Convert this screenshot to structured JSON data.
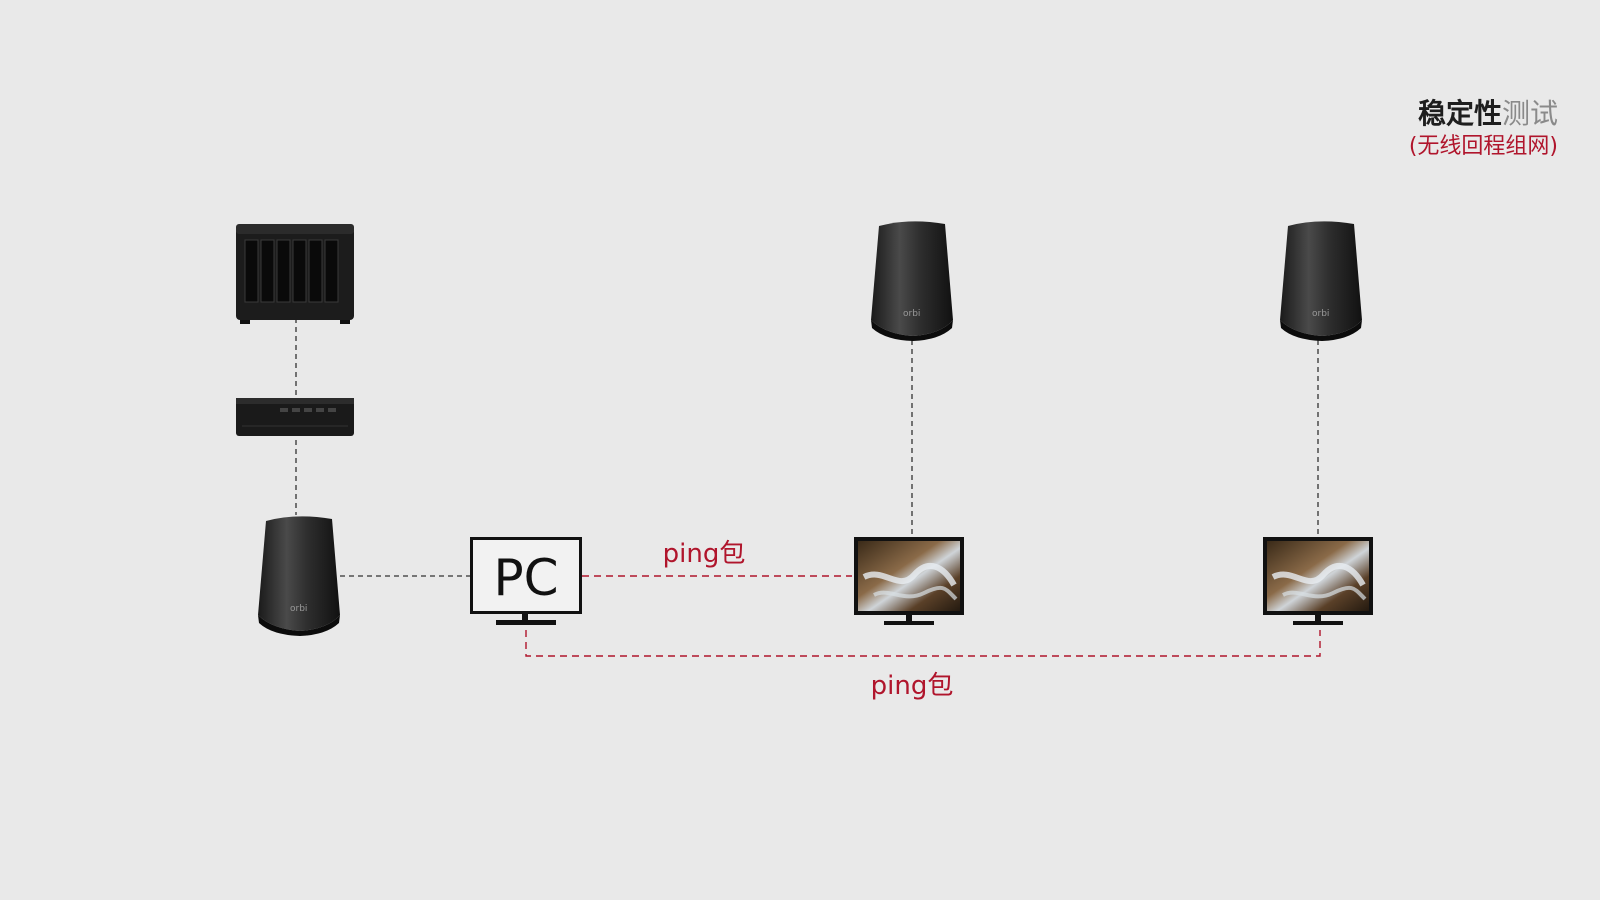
{
  "title": {
    "bold": "稳定性",
    "light": "测试",
    "subtitle": "(无线回程组网)"
  },
  "pc_label": "PC",
  "router_brand": "orbi",
  "links": {
    "ping_top": "ping包",
    "ping_bottom": "ping包"
  },
  "colors": {
    "background": "#e9e9e9",
    "accent": "#b0152c",
    "link_black": "#333333"
  },
  "icons": [
    "nas-icon",
    "switch-icon",
    "orbi-router-icon",
    "pc-monitor-icon",
    "monitor-icon"
  ]
}
